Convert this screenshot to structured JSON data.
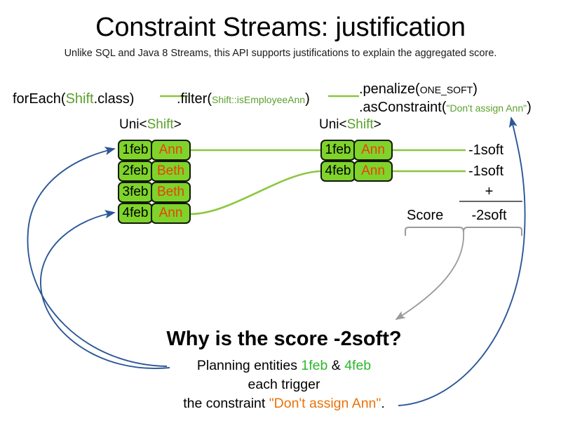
{
  "header": {
    "title": "Constraint Streams: justification",
    "subtitle": "Unlike SQL and Java 8 Streams, this API supports justifications to explain the aggregated score."
  },
  "pipeline": {
    "foreach": {
      "call": "forEach(",
      "type": "Shift",
      "tail": ".class)"
    },
    "filter": {
      "call": ".filter(",
      "arg": "Shift::isEmployeeAnn",
      "tail": ")"
    },
    "penalize": {
      "call": ".penalize(",
      "arg": "ONE_SOFT",
      "tail": ")"
    },
    "as_constraint": {
      "call": ".asConstraint(",
      "arg": "\"Don't assign Ann\"",
      "tail": ")"
    }
  },
  "streams": {
    "left": {
      "type_label_prefix": "Uni<",
      "type_label_generic": "Shift",
      "type_label_suffix": ">",
      "rows": [
        {
          "date": "1feb",
          "name": "Ann"
        },
        {
          "date": "2feb",
          "name": "Beth"
        },
        {
          "date": "3feb",
          "name": "Beth"
        },
        {
          "date": "4feb",
          "name": "Ann"
        }
      ]
    },
    "right": {
      "type_label_prefix": "Uni<",
      "type_label_generic": "Shift",
      "type_label_suffix": ">",
      "rows": [
        {
          "date": "1feb",
          "name": "Ann"
        },
        {
          "date": "4feb",
          "name": "Ann"
        }
      ]
    }
  },
  "score": {
    "impacts": [
      "-1soft",
      "-1soft"
    ],
    "operator": "+",
    "label": "Score",
    "total": "-2soft"
  },
  "explanation": {
    "heading": "Why is the score -2soft?",
    "line1_prefix": "Planning entities ",
    "line1_entity_a": "1feb",
    "line1_amp": " & ",
    "line1_entity_b": "4feb",
    "line2": "each trigger",
    "line3_prefix": "the constraint ",
    "line3_constraint": "\"Don't assign Ann\"",
    "line3_suffix": "."
  },
  "colors": {
    "card_fill": "#7fd32a",
    "card_border": "#12180c",
    "card_date_text": "#000000",
    "card_name_text": "#e8420c",
    "code_type_green": "#5aa02c",
    "code_string_orange": "#e8730c",
    "connector_green": "#8cc63f",
    "arrow_blue": "#2b5797",
    "brace_gray": "#999999"
  }
}
